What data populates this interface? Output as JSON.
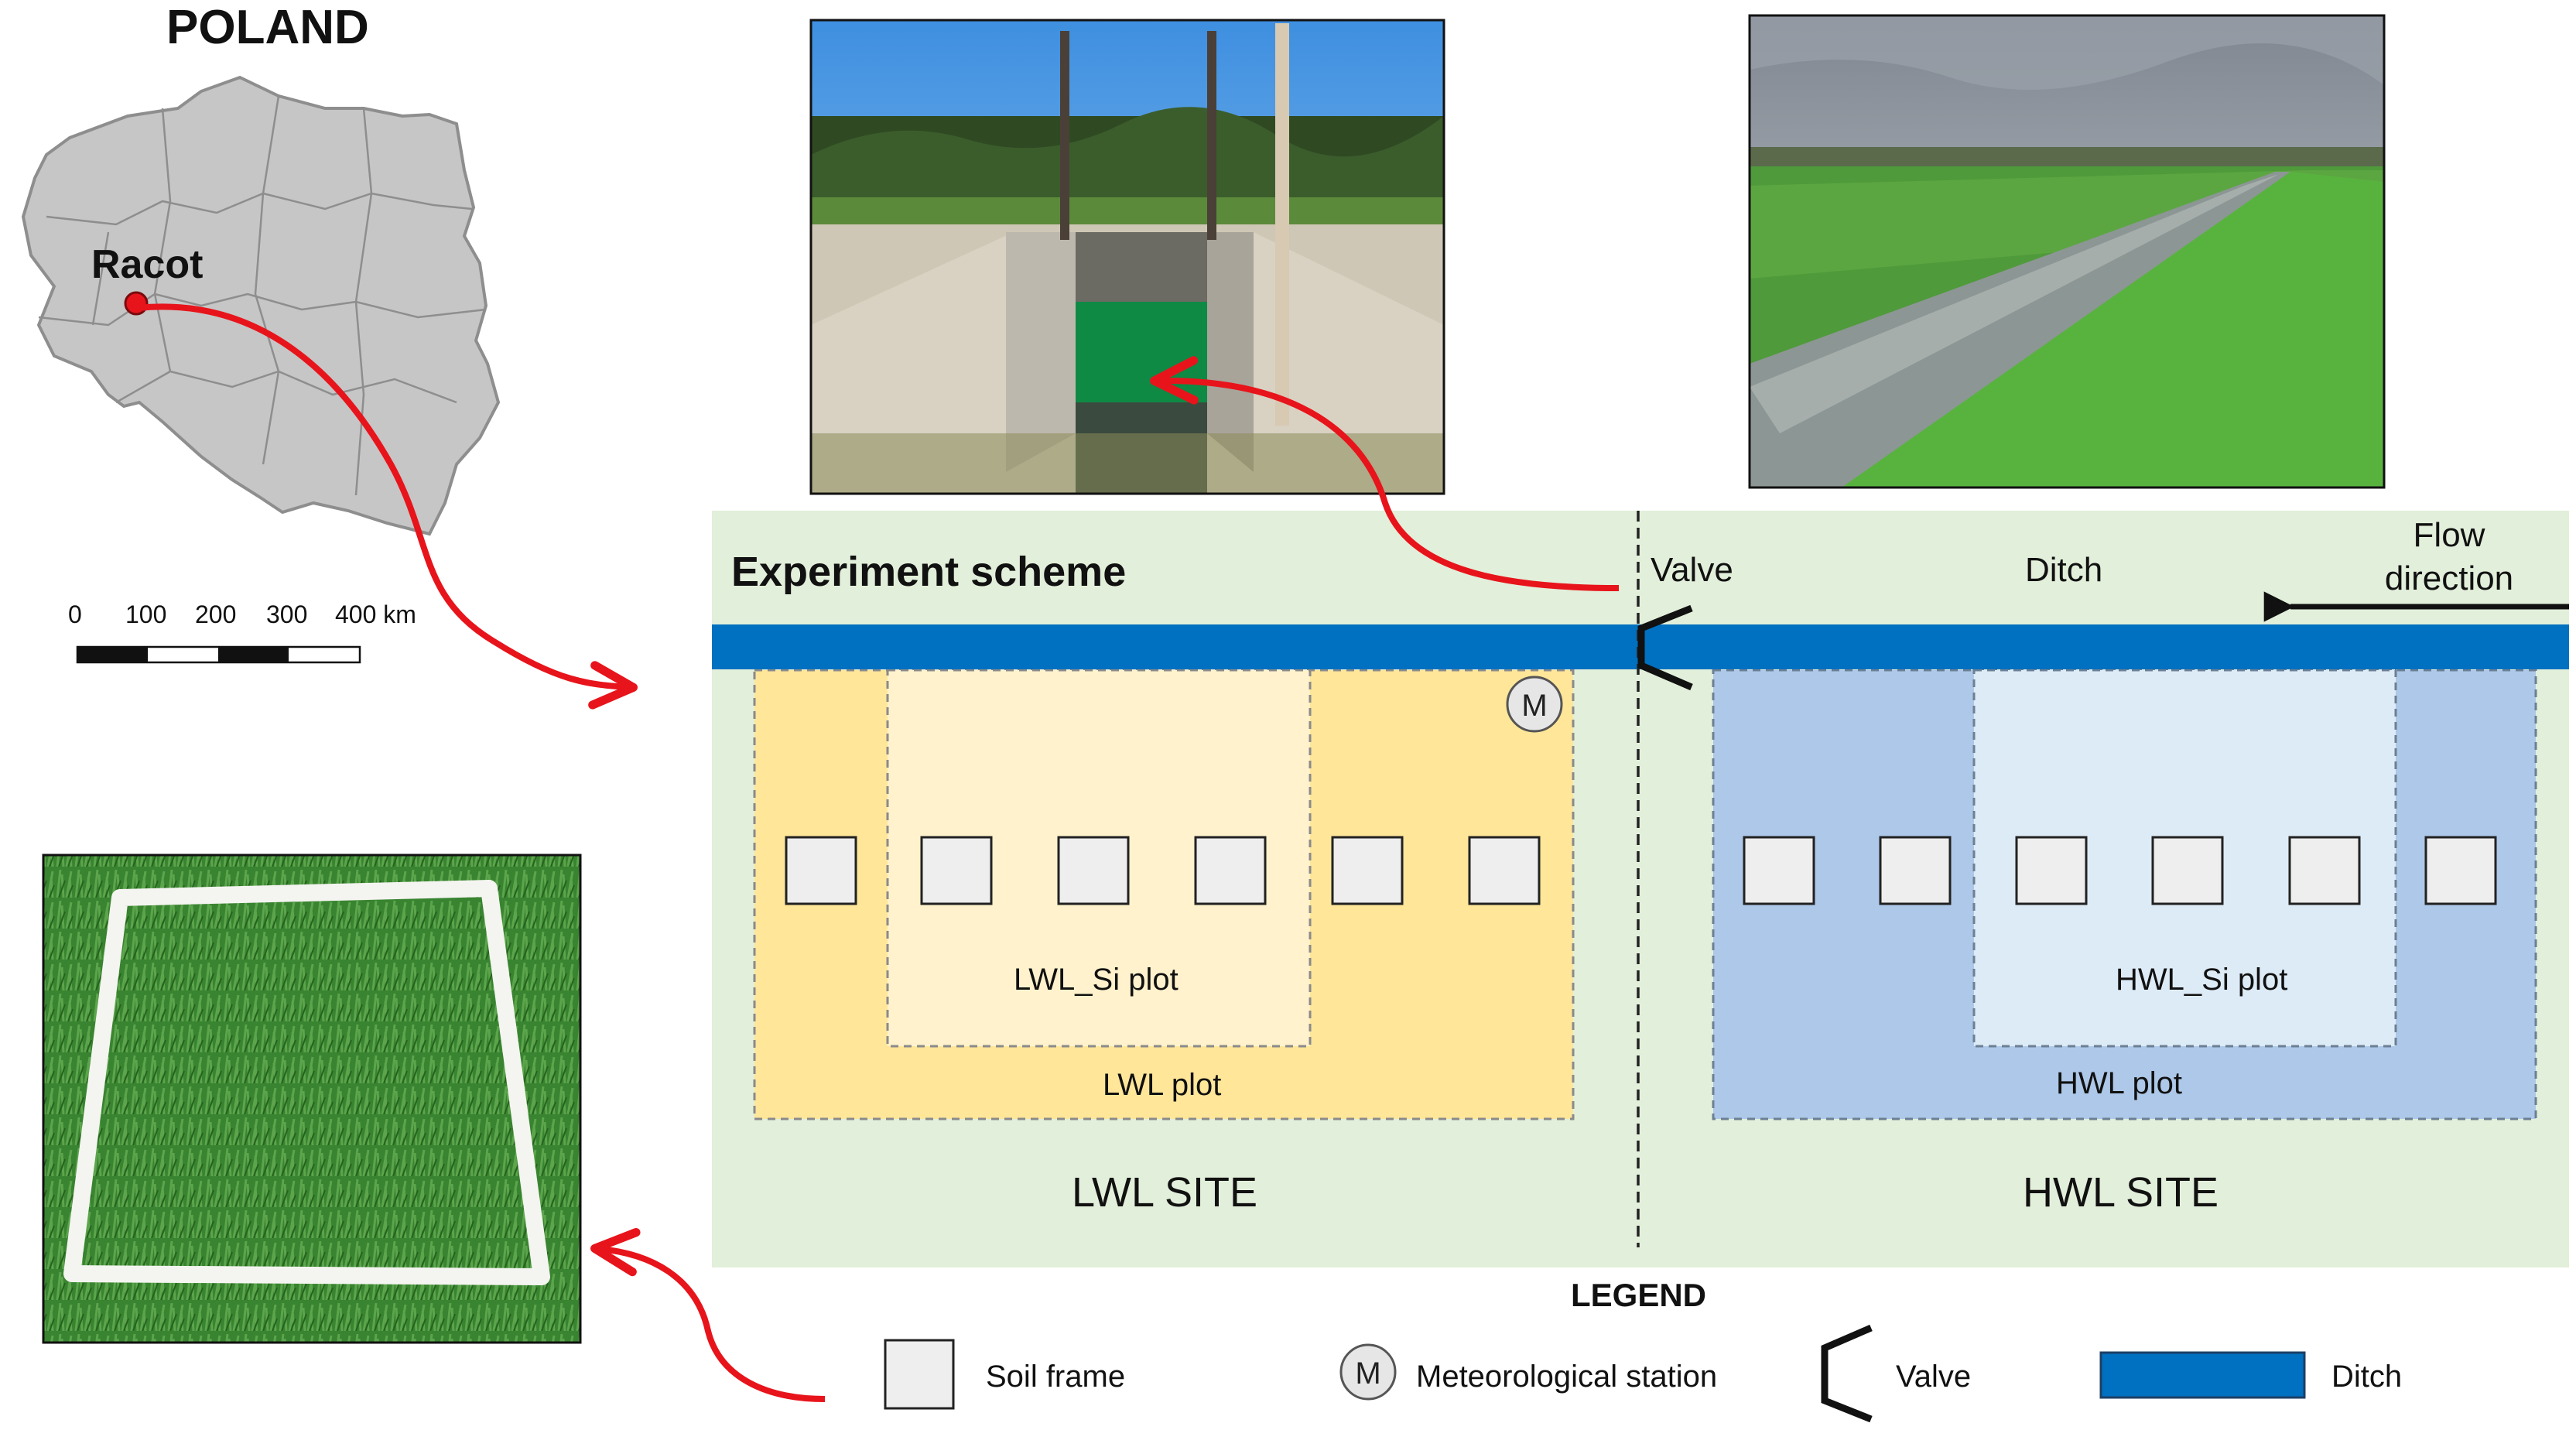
{
  "map": {
    "country": "POLAND",
    "site": "Racot",
    "scale_labels": [
      "0",
      "100",
      "200",
      "300",
      "400 km"
    ]
  },
  "scheme": {
    "title": "Experiment scheme",
    "valve_label": "Valve",
    "ditch_label": "Ditch",
    "flow_label": "Flow direction",
    "station_symbol": "M",
    "lwl": {
      "outer_plot": "LWL plot",
      "inner_plot": "LWL_Si plot",
      "site": "LWL SITE",
      "frames": 6
    },
    "hwl": {
      "outer_plot": "HWL plot",
      "inner_plot": "HWL_Si plot",
      "site": "HWL SITE",
      "frames": 6
    }
  },
  "legend": {
    "title": "LEGEND",
    "soil_frame": "Soil frame",
    "station_symbol": "M",
    "station": "Meteorological station",
    "valve": "Valve",
    "ditch": "Ditch"
  },
  "colors": {
    "scheme_bg": "#e2efda",
    "ditch": "#0070c0",
    "lwl_outer": "#ffe699",
    "lwl_inner": "#fff2cc",
    "hwl_outer": "#adc8e8",
    "hwl_inner": "#ddebf7",
    "arrow": "#e8141b",
    "map_fill": "#c6c6c6"
  },
  "icons": {
    "location": "red-dot-marker",
    "valve": "bracket-valve-icon",
    "station": "circled-m-icon",
    "frame": "square-frame-icon"
  }
}
